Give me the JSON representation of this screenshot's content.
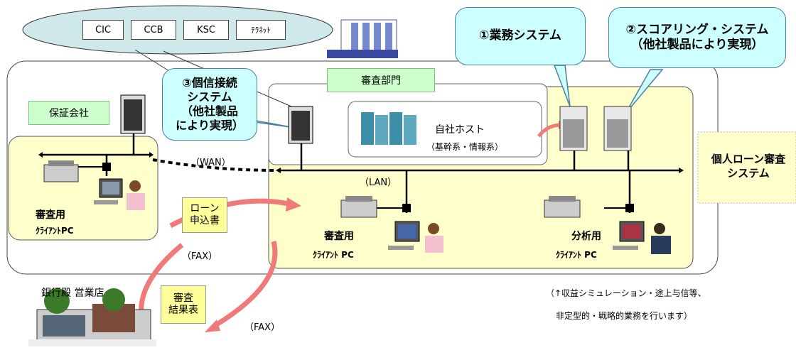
{
  "agencies": [
    "CIC",
    "CCB",
    "KSC",
    "ﾃﾗﾈｯﾄ"
  ],
  "callouts": {
    "business_system": "①業務システム",
    "scoring_line1": "②スコアリング・システム",
    "scoring_line2": "（他社製品により実現）",
    "personal_line1": "③個信接続",
    "personal_line2": "システム",
    "personal_line3": "（他社製品",
    "personal_line4": "により実現）"
  },
  "labels": {
    "screening_dept": "審査部門",
    "guarantor": "保証会社",
    "host_line1": "自社ホスト",
    "host_line2": "（基幹系・情報系）",
    "wan": "（WAN）",
    "lan": "（LAN）",
    "client_guarantor_1": "審査用",
    "client_guarantor_2": "ｸﾗｲｱﾝﾄPC",
    "client_screen_1": "審査用",
    "client_screen_2": "ｸﾗｲｱﾝﾄ PC",
    "client_analysis_1": "分析用",
    "client_analysis_2": "ｸﾗｲｱﾝﾄ PC",
    "system_line1": "個人ローン審査",
    "system_line2": "システム",
    "loan_line1": "ローン",
    "loan_line2": "申込書",
    "result_line1": "審査",
    "result_line2": "結果表",
    "fax1": "（FAX）",
    "fax2": "（FAX）",
    "bank": "銀行殿 営業店",
    "note_line1": "（↑収益シミュレーション・途上与信等、",
    "note_line2": "非定型的・戦略的業務を行います）"
  },
  "colors": {
    "zone_fill": "#ffffcc",
    "callout_fill": "#ccffff",
    "label_green": "#ccffcc",
    "arrow_red": "#f07a7a"
  }
}
